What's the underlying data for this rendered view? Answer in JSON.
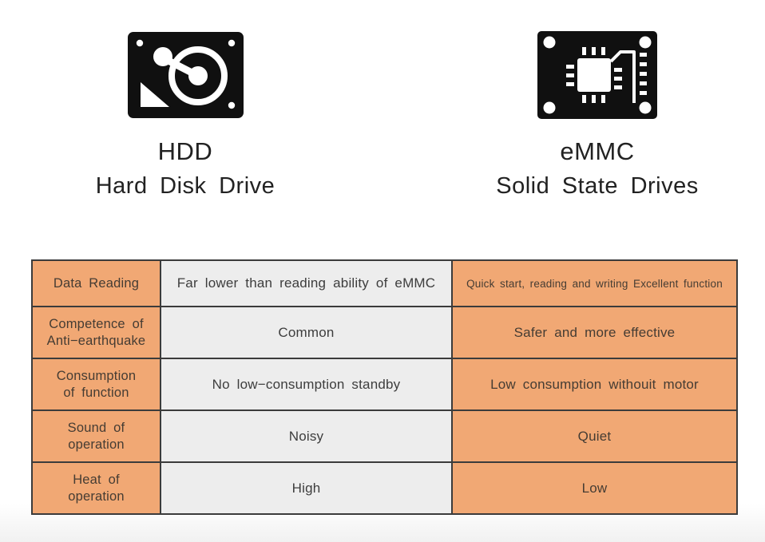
{
  "products": {
    "hdd": {
      "name": "HDD",
      "full_name": "Hard Disk Drive",
      "icon": "hdd-icon"
    },
    "emmc": {
      "name": "eMMC",
      "full_name": "Solid State Drives",
      "icon": "emmc-chip-icon"
    }
  },
  "comparison_table": {
    "colors": {
      "label_bg": "#f1a874",
      "hdd_col_bg": "#ededed",
      "emmc_col_bg": "#f1a874",
      "border": "#3b3b3b"
    },
    "rows": [
      {
        "label": "Data Reading",
        "hdd": "Far lower than reading ability of eMMC",
        "emmc": "Quick start, reading and writing Excellent function"
      },
      {
        "label": "Competence of\nAnti−earthquake",
        "hdd": "Common",
        "emmc": "Safer and more effective"
      },
      {
        "label": "Consumption\nof function",
        "hdd": "No low−consumption standby",
        "emmc": "Low consumption withouit motor"
      },
      {
        "label": "Sound of\noperation",
        "hdd": "Noisy",
        "emmc": "Quiet"
      },
      {
        "label": "Heat of\noperation",
        "hdd": "High",
        "emmc": "Low"
      }
    ]
  }
}
